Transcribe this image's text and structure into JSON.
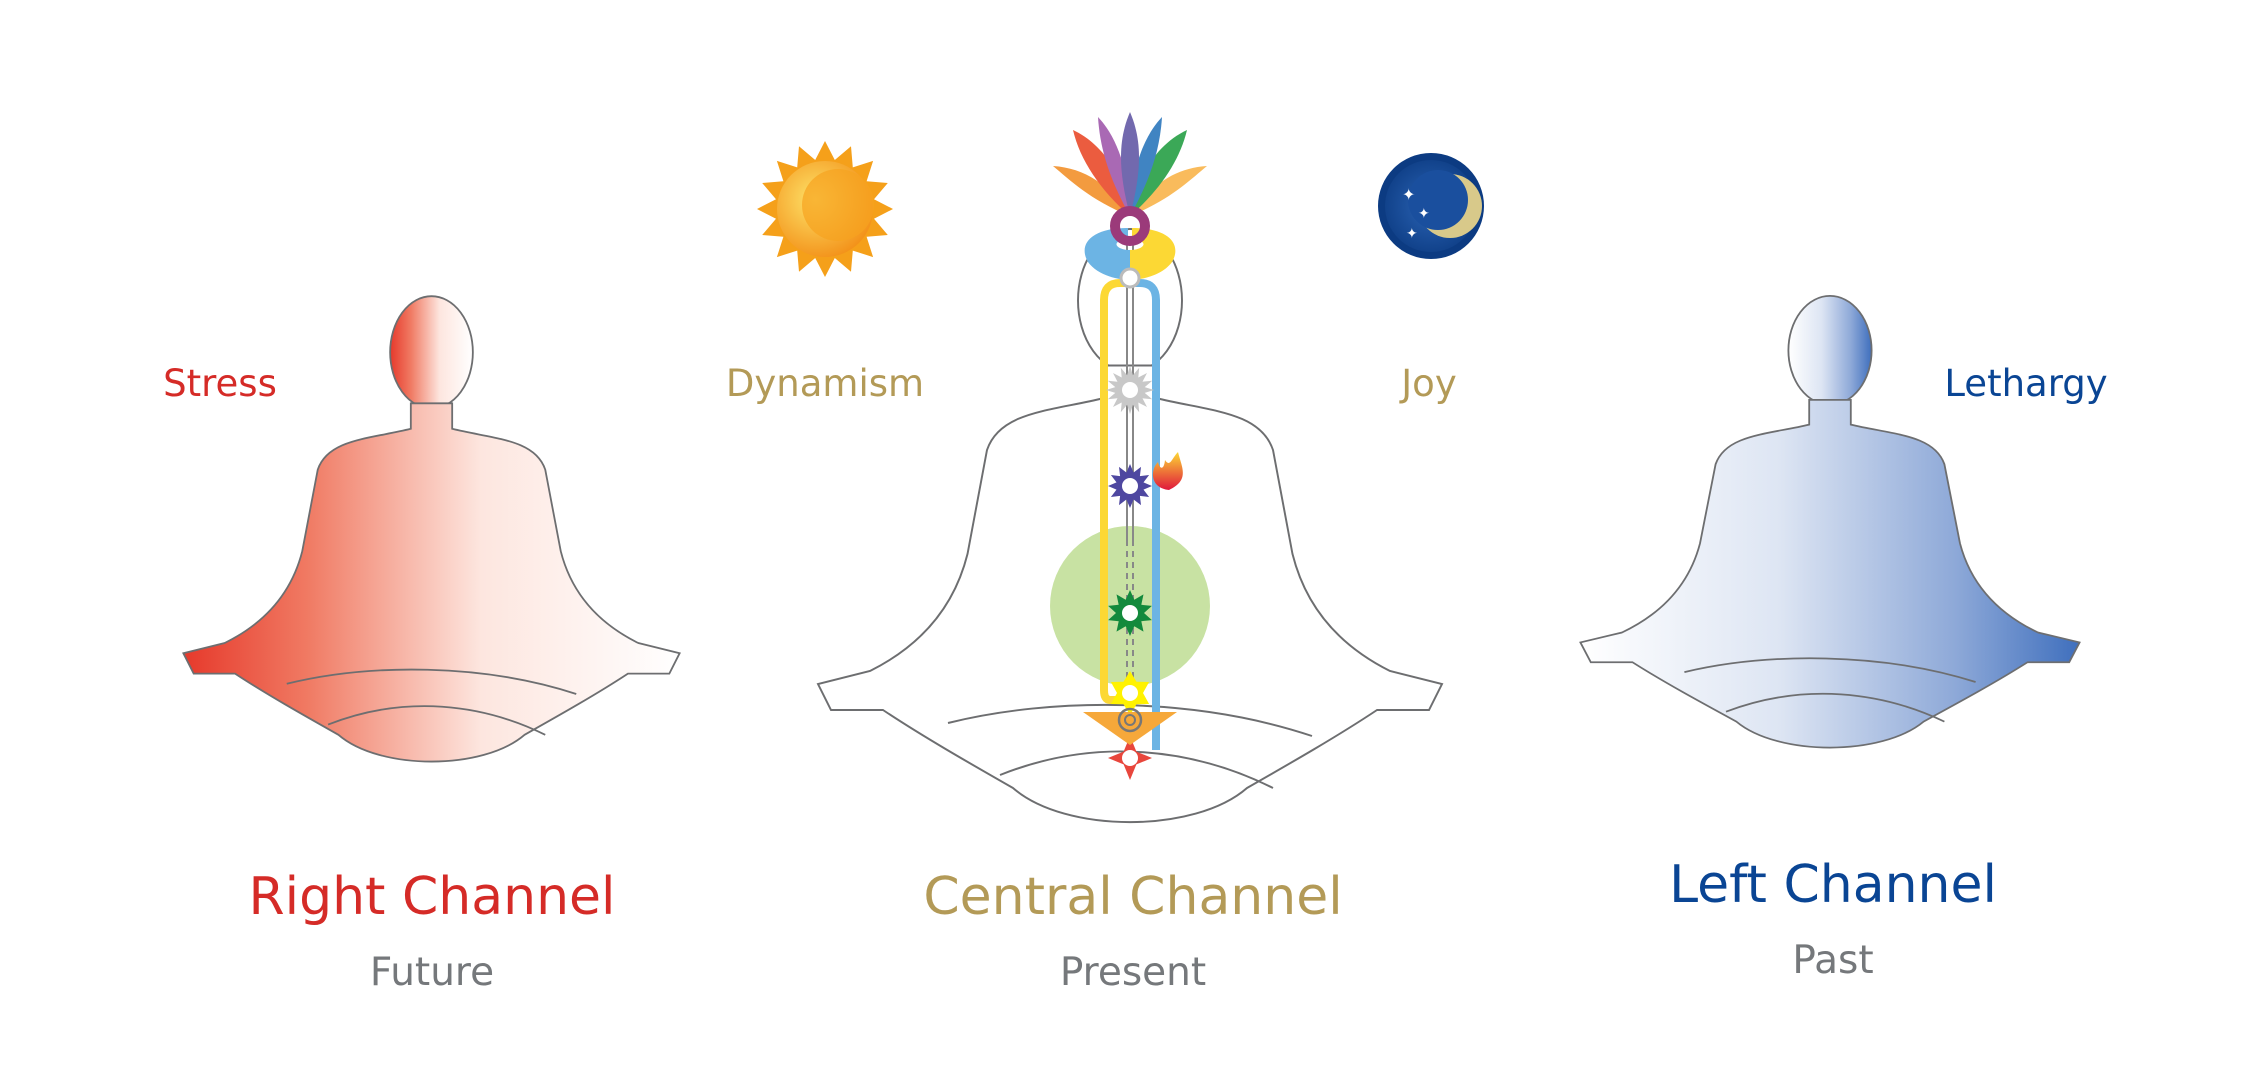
{
  "attributes": {
    "stress": "Stress",
    "dynamism": "Dynamism",
    "joy": "Joy",
    "lethargy": "Lethargy"
  },
  "channels": {
    "right": {
      "title": "Right Channel",
      "time": "Future"
    },
    "central": {
      "title": "Central Channel",
      "time": "Present"
    },
    "left": {
      "title": "Left Channel",
      "time": "Past"
    }
  },
  "colors": {
    "right": "#d52b27",
    "central": "#b39a57",
    "left": "#0a4594",
    "time": "#75787b",
    "ida": "#6cb4e4",
    "pingala": "#fcd834"
  },
  "icons": [
    "sun-icon",
    "moon-icon",
    "lotus-icon",
    "flame-icon"
  ]
}
